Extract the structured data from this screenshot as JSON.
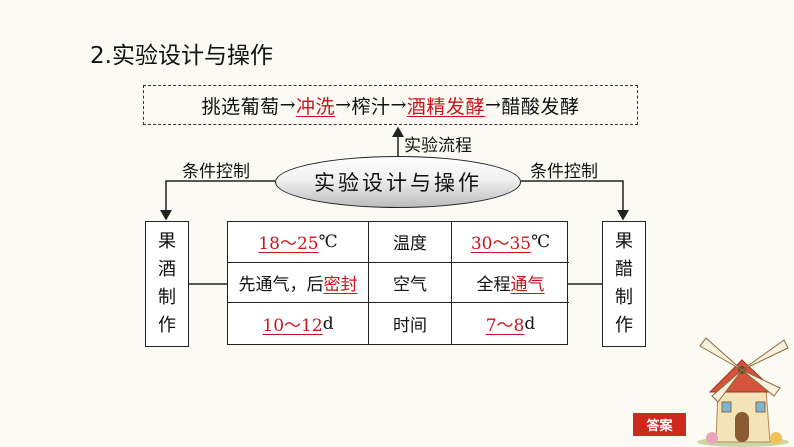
{
  "title": "2.实验设计与操作",
  "flow": {
    "step1": "挑选葡萄",
    "step2": "冲洗",
    "step3": "榨汁",
    "step4": "酒精发酵",
    "step5": "醋酸发酵",
    "arrow": "→"
  },
  "center_label": "实验设计与操作",
  "process_label": "实验流程",
  "left_condition": "条件控制",
  "right_condition": "条件控制",
  "left_box": [
    "果",
    "酒",
    "制",
    "作"
  ],
  "right_box": [
    "果",
    "醋",
    "制",
    "作"
  ],
  "table": {
    "rows": [
      {
        "left": "18～25",
        "left_unit": "℃",
        "mid": "温度",
        "right": "30～35",
        "right_unit": "℃"
      },
      {
        "left_prefix": "先通气，后",
        "left": "密封",
        "mid": "空气",
        "right_prefix": "全程",
        "right": "通气"
      },
      {
        "left": "10～12",
        "left_unit": "d",
        "mid": "时间",
        "right": "7～8",
        "right_unit": " d"
      }
    ]
  },
  "answer_button": "答案",
  "colors": {
    "accent_red": "#c8151b",
    "button_red": "#cc2a1e"
  }
}
